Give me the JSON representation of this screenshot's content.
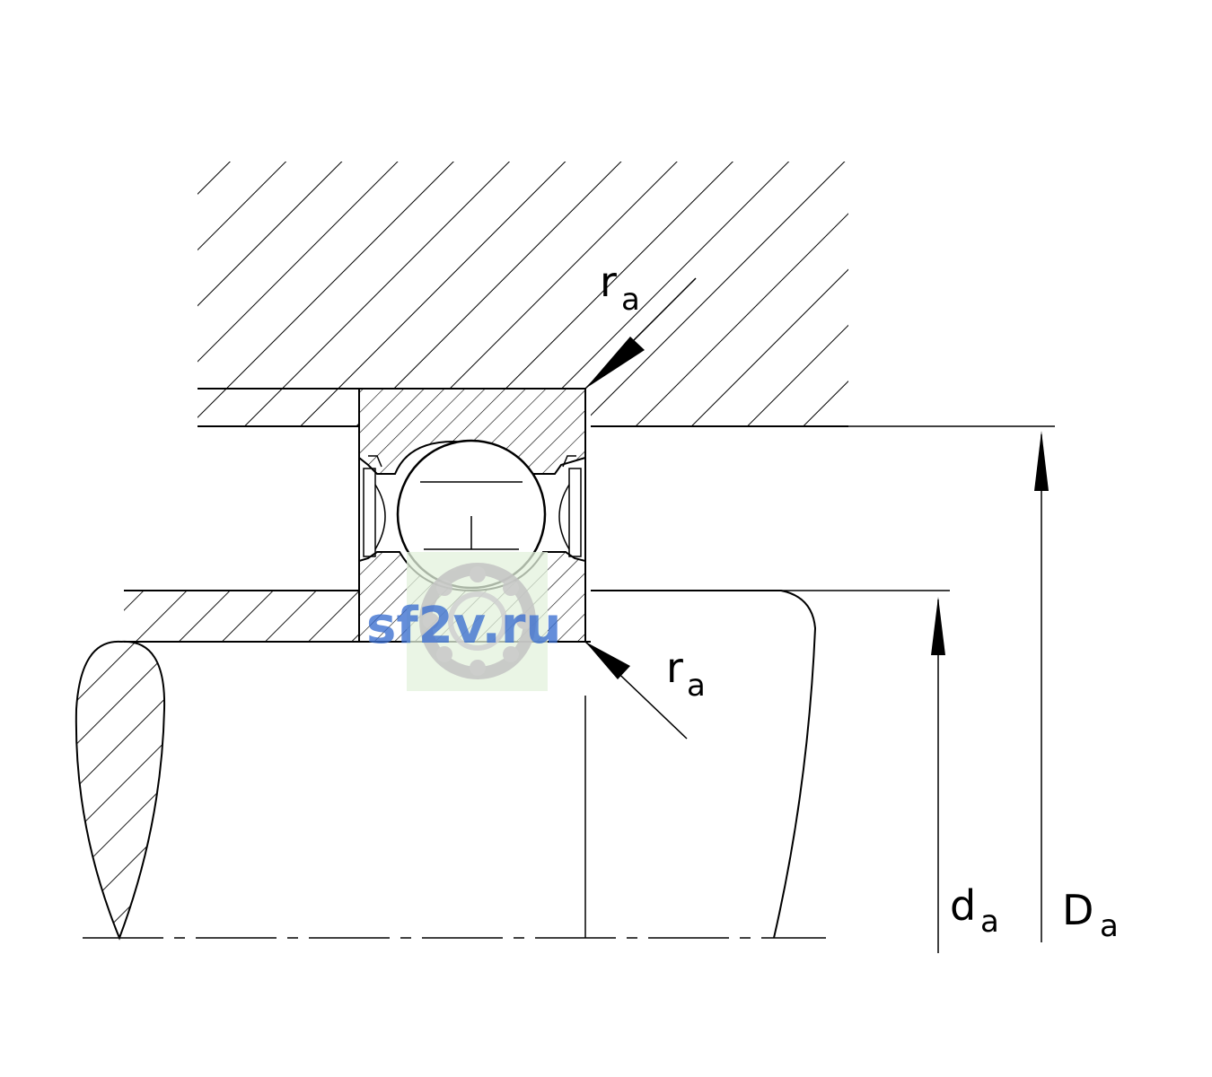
{
  "labels": {
    "ra_top": {
      "main": "r",
      "sub": "a"
    },
    "ra_bottom": {
      "main": "r",
      "sub": "a"
    },
    "da": {
      "main": "d",
      "sub": "a"
    },
    "Da": {
      "main": "D",
      "sub": "a"
    }
  },
  "watermark": {
    "text": "sf2v.ru"
  },
  "colors": {
    "line": "#000000",
    "hatch": "#000000",
    "watermark_text": "#3b6fd0",
    "watermark_bg": "#e3f2dc"
  }
}
